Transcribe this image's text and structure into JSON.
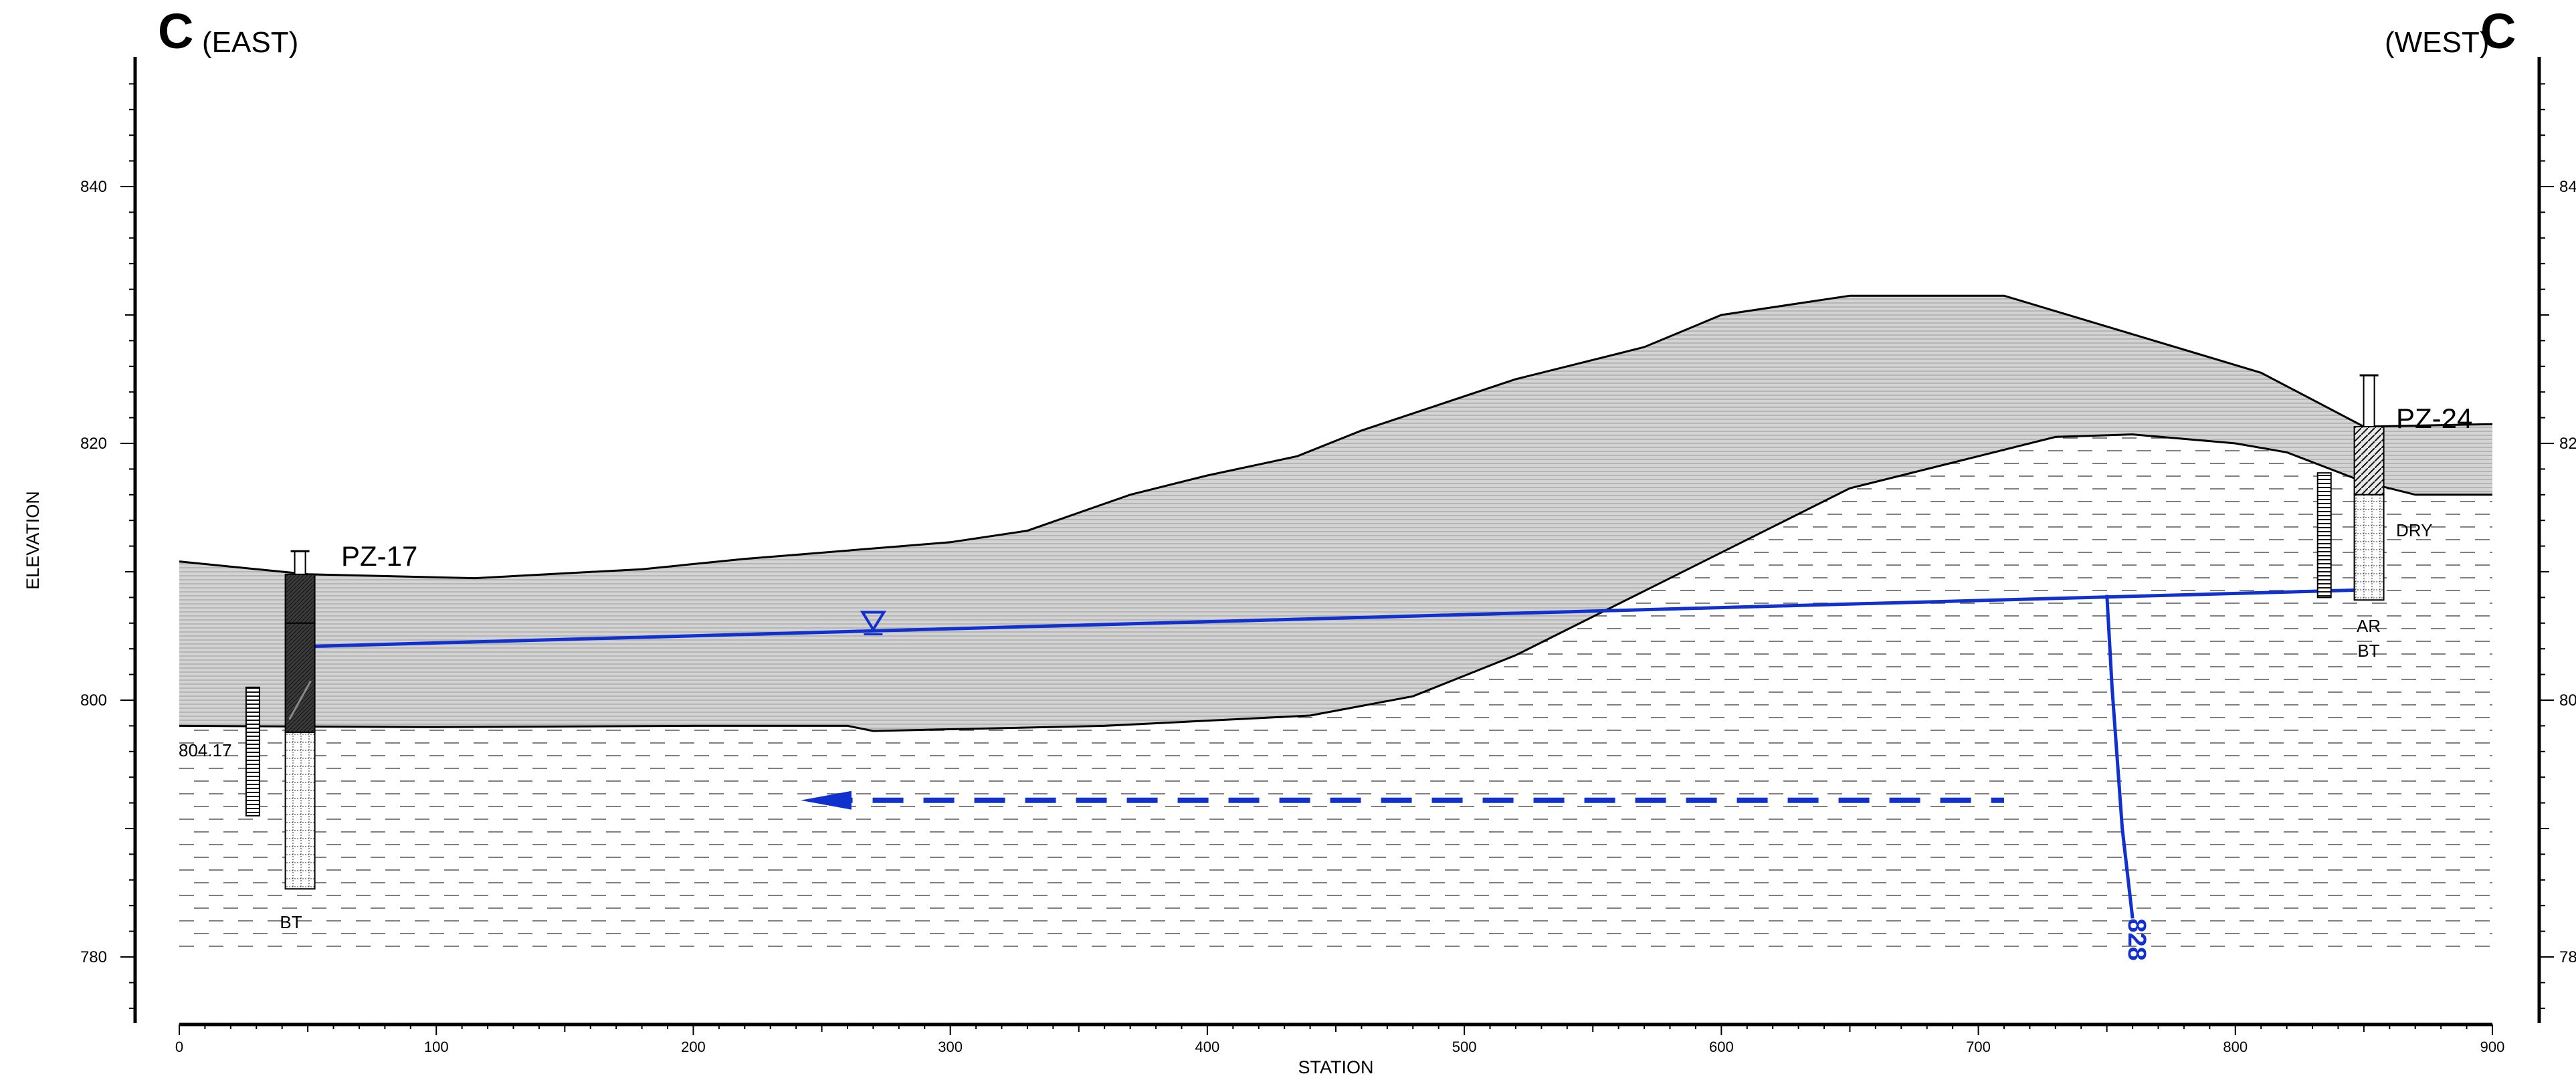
{
  "section": {
    "letter_left": "C",
    "letter_right": "C",
    "direction_left": "(EAST)",
    "direction_right": "(WEST)"
  },
  "axes": {
    "elevation_label": "ELEVATION",
    "station_label": "STATION",
    "elevation_ticks": [
      "840",
      "820",
      "800",
      "780"
    ],
    "elevation_right_ticks": [
      "84",
      "82",
      "80",
      "78"
    ],
    "station_ticks": [
      "0",
      "100",
      "200",
      "300",
      "400",
      "500",
      "600",
      "700",
      "800",
      "900"
    ]
  },
  "wells": [
    {
      "name": "PZ-17",
      "unit_label": "BT"
    },
    {
      "name": "PZ-24",
      "status_label": "DRY",
      "unit_labels": [
        "AR",
        "BT"
      ]
    }
  ],
  "annotations": {
    "left_screen_elev": "804.17",
    "potentiometric_contour": "828"
  },
  "colors": {
    "upper_unit_fill": "#d3d3d3",
    "groundwater": "#1030d0",
    "line": "#000000"
  },
  "chart_data": {
    "type": "cross-section",
    "x_unit": "station (ft)",
    "y_unit": "elevation (ft)",
    "xlim": [
      0,
      900
    ],
    "ylim": [
      775,
      850
    ],
    "ground_surface": [
      [
        0,
        810.8
      ],
      [
        50,
        809.8
      ],
      [
        115,
        809.5
      ],
      [
        180,
        810.2
      ],
      [
        220,
        811
      ],
      [
        300,
        812.3
      ],
      [
        330,
        813.2
      ],
      [
        370,
        816
      ],
      [
        400,
        817.5
      ],
      [
        435,
        819
      ],
      [
        460,
        821
      ],
      [
        490,
        823
      ],
      [
        520,
        825
      ],
      [
        570,
        827.5
      ],
      [
        600,
        830
      ],
      [
        650,
        831.5
      ],
      [
        710,
        831.5
      ],
      [
        760,
        828.5
      ],
      [
        810,
        825.5
      ],
      [
        850,
        821.3
      ],
      [
        900,
        821.5
      ]
    ],
    "lower_unit_top": [
      [
        0,
        798
      ],
      [
        100,
        797.9
      ],
      [
        200,
        798
      ],
      [
        260,
        798
      ],
      [
        270,
        797.6
      ],
      [
        360,
        798
      ],
      [
        440,
        798.8
      ],
      [
        480,
        800.3
      ],
      [
        520,
        803.5
      ],
      [
        570,
        808.5
      ],
      [
        620,
        813.5
      ],
      [
        650,
        816.5
      ],
      [
        700,
        819
      ],
      [
        730,
        820.5
      ],
      [
        760,
        820.7
      ],
      [
        800,
        820
      ],
      [
        820,
        819.3
      ],
      [
        850,
        817
      ],
      [
        870,
        816
      ],
      [
        900,
        816
      ]
    ],
    "water_table": [
      [
        48,
        804.17
      ],
      [
        852,
        808.6
      ]
    ],
    "water_level_marker_station": 270,
    "flow_direction": "east",
    "flow_arrow_elevation": 792.2,
    "contour_828_line": [
      [
        750,
        808.2
      ],
      [
        752,
        801
      ],
      [
        756,
        790
      ],
      [
        760,
        783
      ]
    ],
    "wells": [
      {
        "name": "PZ-17",
        "station": 47,
        "top_elev": 811.6,
        "ground_elev": 809.8,
        "bottom_elev": 785.3
      },
      {
        "name": "PZ-24",
        "station": 852,
        "top_elev": 825.3,
        "ground_elev": 821.3,
        "bottom_elev": 807.8
      }
    ]
  }
}
